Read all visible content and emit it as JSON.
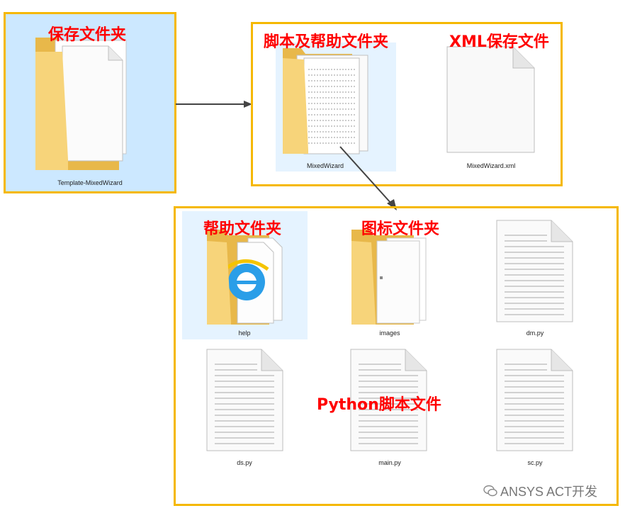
{
  "labels": {
    "save_folder": "保存文件夹",
    "script_help_folder": "脚本及帮助文件夹",
    "xml_save_file": "XML保存文件",
    "help_folder": "帮助文件夹",
    "icon_folder": "图标文件夹",
    "python_script_files": "Python脚本文件"
  },
  "files": {
    "template_folder": "Template-MixedWizard",
    "mixedwizard_folder": "MixedWizard",
    "mixedwizard_xml": "MixedWizard.xml",
    "help": "help",
    "images": "images",
    "dm_py": "dm.py",
    "ds_py": "ds.py",
    "main_py": "main.py",
    "sc_py": "sc.py"
  },
  "watermark": "ANSYS ACT开发",
  "colors": {
    "frame": "#f5b800",
    "label_red": "#ff0000",
    "selection": "#cce8ff",
    "folder": "#f7d47a"
  }
}
